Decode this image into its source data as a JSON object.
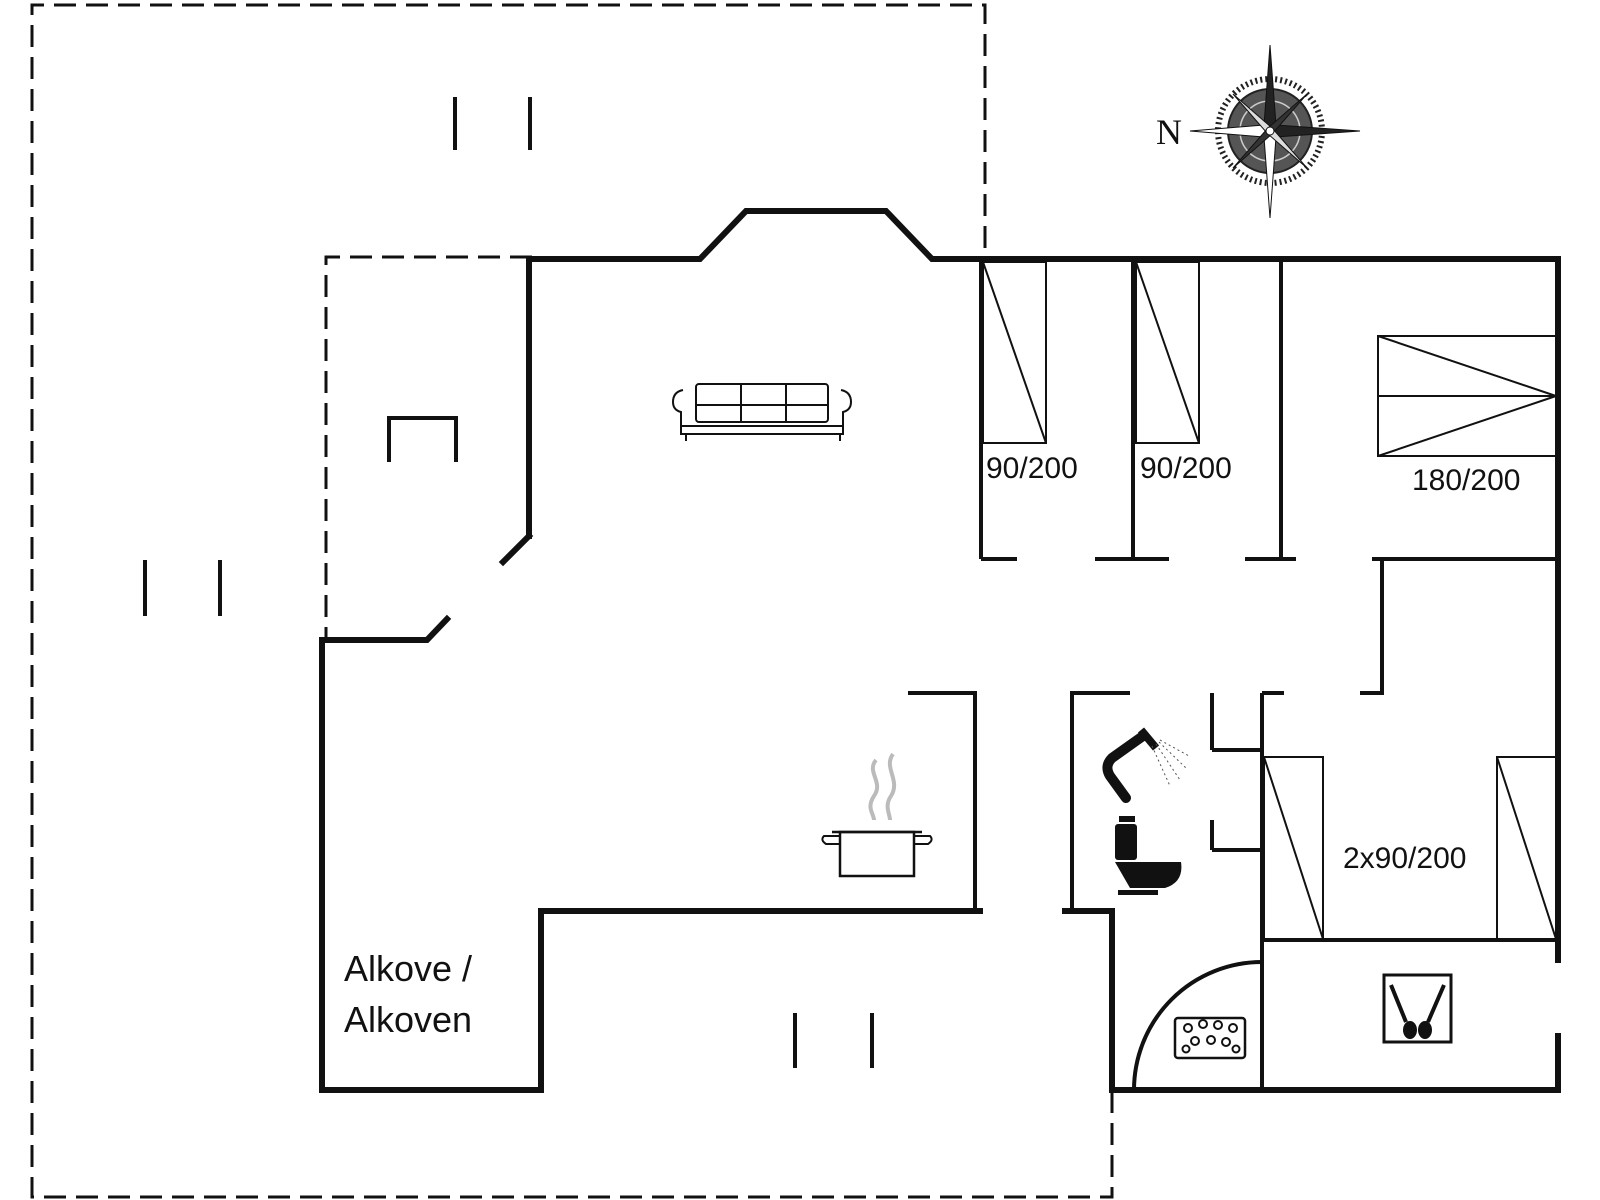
{
  "compass": {
    "north_label": "N"
  },
  "beds": {
    "bed_1": "90/200",
    "bed_2": "90/200",
    "bed_3": "180/200",
    "bed_4": "2x90/200"
  },
  "rooms": {
    "alcove_line_1": "Alkove /",
    "alcove_line_2": "Alkoven"
  },
  "icons": [
    "sofa-icon",
    "cooking-pot-icon",
    "shower-icon",
    "toilet-icon",
    "sauna-stove-icon",
    "washing-machine-icon",
    "compass-rose-icon"
  ],
  "colors": {
    "line": "#111111",
    "background": "#ffffff",
    "steam": "#bbbbbb"
  }
}
